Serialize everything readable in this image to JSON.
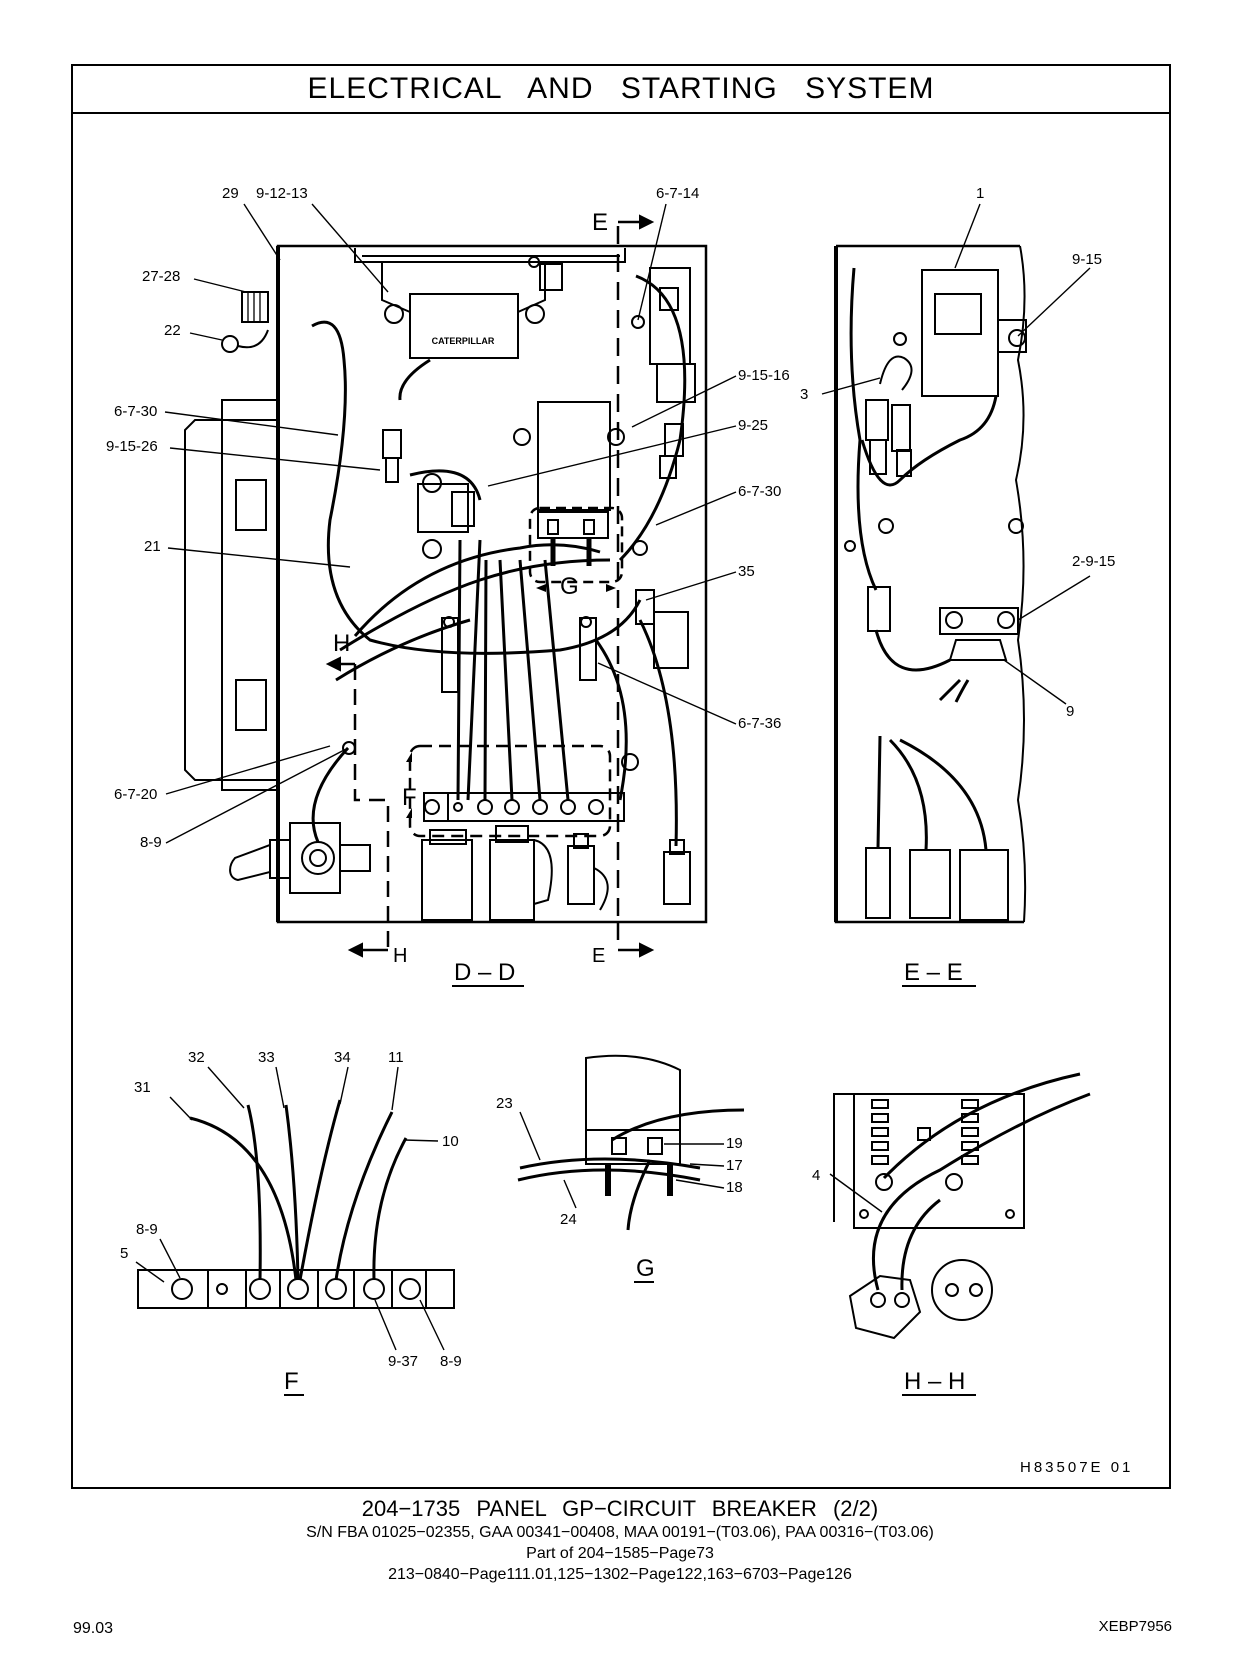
{
  "page": {
    "title": "ELECTRICAL AND STARTING SYSTEM",
    "drawing_code": "H83507E 01",
    "caption": {
      "main": "204−1735 PANEL GP−CIRCUIT BREAKER (2/2)",
      "serials": "S/N FBA 01025−02355, GAA 00341−00408, MAA 00191−(T03.06), PAA 00316−(T03.06)",
      "part_of": "Part of 204−1585−Page73",
      "refs": "213−0840−Page111.01,125−1302−Page122,163−6703−Page126"
    },
    "footer_left": "99.03",
    "footer_right": "XEBP7956"
  },
  "views": {
    "dd": "D – D",
    "ee": "E – E",
    "f": "F",
    "g": "G",
    "hh": "H – H",
    "sec_e_top": "E",
    "sec_e_bottom": "E",
    "sec_h_mid": "H",
    "sec_h_bottom": "H",
    "det_g": "G",
    "det_f": "F"
  },
  "logo_text": "CATERPILLAR",
  "callouts": {
    "dd": [
      "29",
      "9-12-13",
      "27-28",
      "22",
      "6-7-30",
      "9-15-26",
      "21",
      "6-7-20",
      "8-9",
      "6-7-14",
      "9-15-16",
      "9-25",
      "6-7-30",
      "35",
      "6-7-36"
    ],
    "ee": [
      "1",
      "9-15",
      "3",
      "2-9-15",
      "9"
    ],
    "f": [
      "32",
      "33",
      "34",
      "11",
      "31",
      "10",
      "8-9",
      "5",
      "9-37",
      "8-9"
    ],
    "g": [
      "23",
      "19",
      "17",
      "18",
      "24"
    ],
    "hh": [
      "4"
    ]
  }
}
